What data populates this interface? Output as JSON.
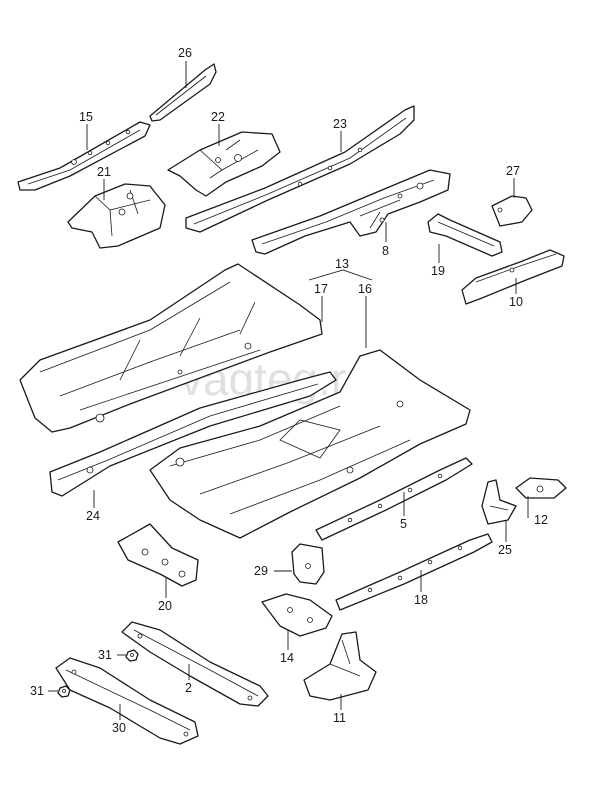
{
  "watermark": "vagteg.ru",
  "callouts": {
    "c2": "2",
    "c5": "5",
    "c8": "8",
    "c10": "10",
    "c11": "11",
    "c12": "12",
    "c13": "13",
    "c14": "14",
    "c15": "15",
    "c16": "16",
    "c17": "17",
    "c18": "18",
    "c19": "19",
    "c20": "20",
    "c21": "21",
    "c22": "22",
    "c23": "23",
    "c24": "24",
    "c25": "25",
    "c26": "26",
    "c27": "27",
    "c29": "29",
    "c30": "30",
    "c31a": "31",
    "c31b": "31"
  }
}
